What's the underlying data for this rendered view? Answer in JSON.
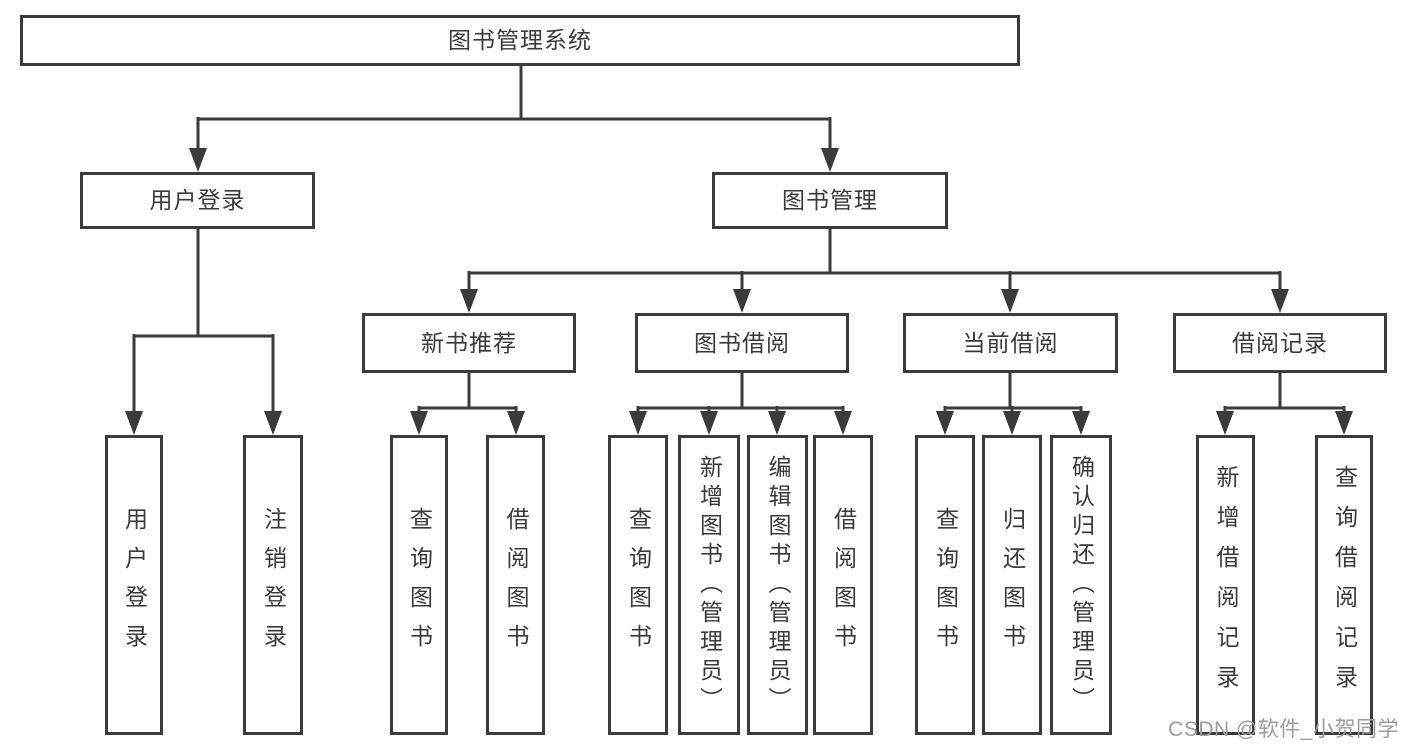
{
  "diagram": {
    "root": {
      "label": "图书管理系统"
    },
    "branches": [
      {
        "label": "用户登录",
        "leaves": [
          {
            "label": "用户登录"
          },
          {
            "label": "注销登录"
          }
        ]
      },
      {
        "label": "图书管理",
        "groups": [
          {
            "label": "新书推荐",
            "leaves": [
              {
                "label": "查询图书"
              },
              {
                "label": "借阅图书"
              }
            ]
          },
          {
            "label": "图书借阅",
            "leaves": [
              {
                "label": "查询图书"
              },
              {
                "label": "新增图书（管理员）"
              },
              {
                "label": "编辑图书（管理员）"
              },
              {
                "label": "借阅图书"
              }
            ]
          },
          {
            "label": "当前借阅",
            "leaves": [
              {
                "label": "查询图书"
              },
              {
                "label": "归还图书"
              },
              {
                "label": "确认归还（管理员）"
              }
            ]
          },
          {
            "label": "借阅记录",
            "leaves": [
              {
                "label": "新增借阅记录"
              },
              {
                "label": "查询借阅记录"
              }
            ]
          }
        ]
      }
    ]
  },
  "watermark": {
    "text": "CSDN @软件_小贺同学"
  },
  "colors": {
    "line": "#3b3b3b",
    "text": "#3a3a3a",
    "background": "#ffffff",
    "watermark": "#9c9c9c"
  }
}
